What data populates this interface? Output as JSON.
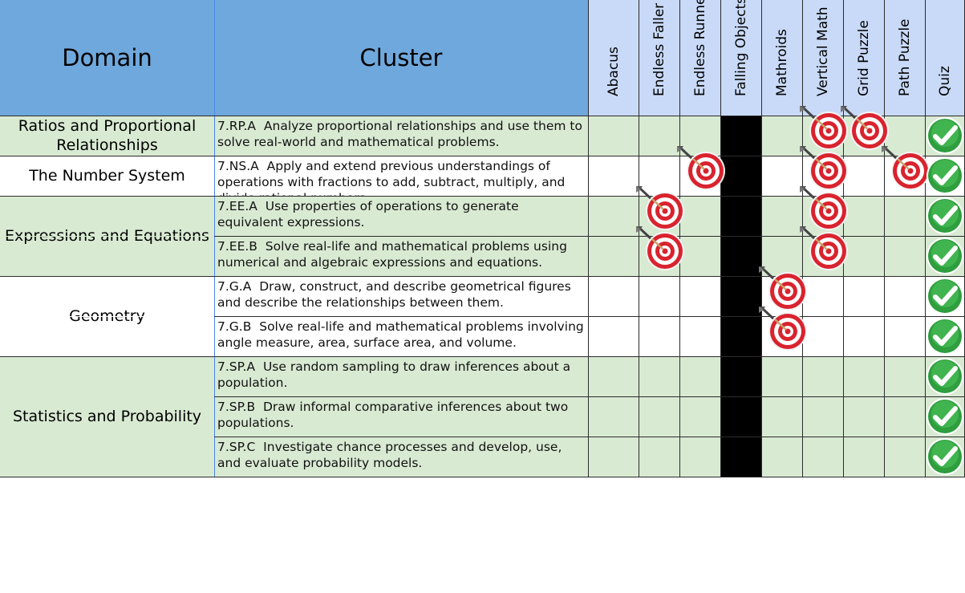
{
  "headers": {
    "domain": "Domain",
    "cluster": "Cluster",
    "games": [
      "Abacus",
      "Endless Faller",
      "Endless Runner",
      "Falling Objects",
      "Mathroids",
      "Vertical Math",
      "Grid Puzzle",
      "Path Puzzle",
      "Quiz"
    ]
  },
  "domains": [
    {
      "name": "Ratios and Proportional Relationships"
    },
    {
      "name": "The Number System"
    },
    {
      "name": "Expressions and Equations"
    },
    {
      "name": "Geometry"
    },
    {
      "name": "Statistics and Probability"
    }
  ],
  "clusters": [
    {
      "code": "7.RP.A",
      "text": "Analyze proportional relationships and use them to solve real-world and mathematical problems."
    },
    {
      "code": "7.NS.A",
      "text": "Apply and extend previous understandings of operations with fractions to add, subtract, multiply, and divide rational numbers."
    },
    {
      "code": "7.EE.A",
      "text": "Use properties of operations to generate equivalent expressions."
    },
    {
      "code": "7.EE.B",
      "text": "Solve real-life and mathematical problems using numerical and algebraic expressions and equations."
    },
    {
      "code": "7.G.A",
      "text": "Draw, construct, and describe geometrical figures and describe the relationships between them."
    },
    {
      "code": "7.G.B",
      "text": "Solve real-life and mathematical problems involving angle measure, area, surface area, and volume."
    },
    {
      "code": "7.SP.A",
      "text": "Use random sampling to draw inferences about a population."
    },
    {
      "code": "7.SP.B",
      "text": "Draw informal comparative inferences about two populations."
    },
    {
      "code": "7.SP.C",
      "text": "Investigate chance processes and develop, use, and evaluate probability models."
    }
  ],
  "targets": [
    {
      "row": 0,
      "game": "Vertical Math"
    },
    {
      "row": 0,
      "game": "Grid Puzzle"
    },
    {
      "row": 1,
      "game": "Endless Runner"
    },
    {
      "row": 1,
      "game": "Vertical Math"
    },
    {
      "row": 1,
      "game": "Path Puzzle"
    },
    {
      "row": 2,
      "game": "Endless Faller"
    },
    {
      "row": 2,
      "game": "Vertical Math"
    },
    {
      "row": 3,
      "game": "Endless Faller"
    },
    {
      "row": 3,
      "game": "Vertical Math"
    },
    {
      "row": 4,
      "game": "Mathroids"
    },
    {
      "row": 5,
      "game": "Mathroids"
    }
  ],
  "quiz_checks": [
    0,
    1,
    2,
    3,
    4,
    5,
    6,
    7,
    8
  ],
  "blocked_column": "Falling Objects",
  "icons": {
    "target": "target-icon",
    "check": "check-icon"
  },
  "colors": {
    "header_main": "#6fa8dc",
    "header_game": "#c9daf8",
    "row_green": "#d9ead3",
    "row_white": "#ffffff",
    "blocked": "#000000",
    "check": "#2e9e3e",
    "target_red": "#d9232e"
  }
}
